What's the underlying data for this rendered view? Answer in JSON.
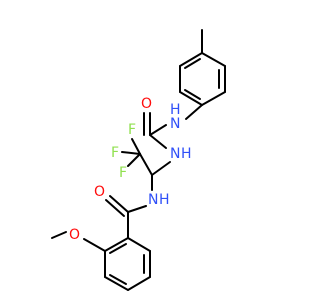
{
  "molecule": {
    "atom_labels": {
      "o_amide": "O",
      "n_amide": "N",
      "h_amide": "H",
      "o_methoxy": "O",
      "n_urea1": "N",
      "h_urea1": "H",
      "o_urea": "O",
      "n_urea2": "N",
      "h_urea2": "H",
      "f1": "F",
      "f2": "F",
      "f3": "F"
    }
  },
  "colors": {
    "carbon": "#000000",
    "oxygen": "#ff0d0d",
    "nitrogen": "#3050f8",
    "fluorine": "#90e050"
  }
}
